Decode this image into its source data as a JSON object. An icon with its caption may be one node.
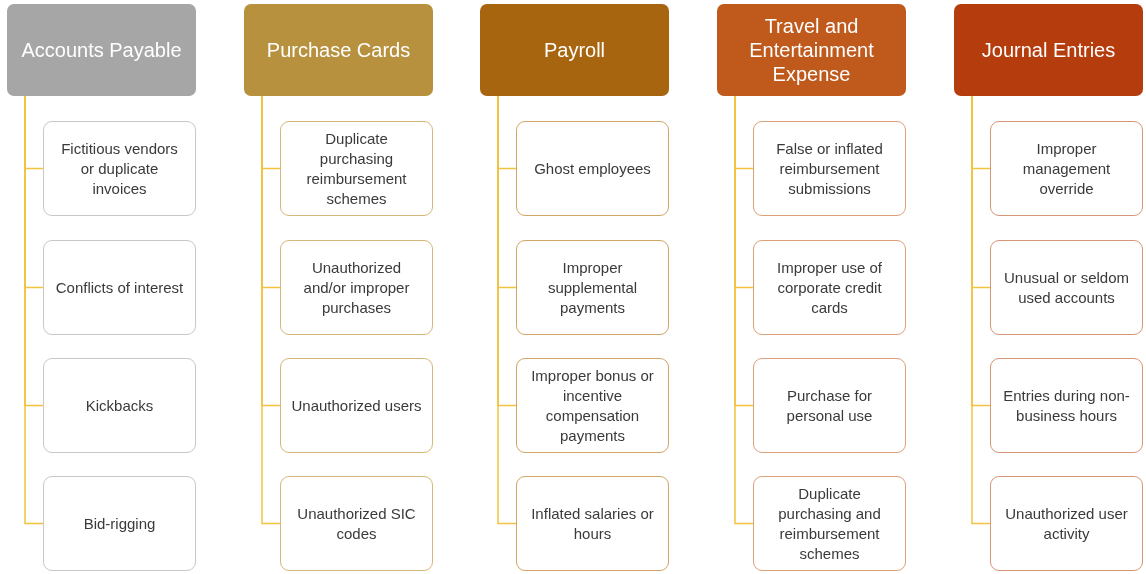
{
  "diagram": {
    "nodes": [
      {
        "text": [
          "Accounts Payable"
        ]
      },
      {
        "text": [
          "Fictitious vendors or duplicate invoices"
        ]
      },
      {
        "text": [
          "Conflicts of interest"
        ]
      },
      {
        "text": [
          "Kickbacks"
        ]
      },
      {
        "text": [
          "Bid-rigging"
        ]
      },
      {
        "text": [
          "Purchase Cards"
        ]
      },
      {
        "text": [
          "Duplicate purchasing reimbursement schemes"
        ]
      },
      {
        "text": [
          "Unauthorized and/or improper purchases"
        ]
      },
      {
        "text": [
          "Unauthorized users"
        ]
      },
      {
        "text": [
          "Unauthorized SIC codes"
        ]
      },
      {
        "text": [
          "Payroll"
        ]
      },
      {
        "text": [
          "Ghost employees"
        ]
      },
      {
        "text": [
          "Improper supplemental payments"
        ]
      },
      {
        "text": [
          "Improper bonus or incentive compensation payments"
        ]
      },
      {
        "text": [
          "Inflated salaries or hours"
        ]
      },
      {
        "text": [
          "Travel and Entertainment Expense"
        ]
      },
      {
        "text": [
          "False or inflated reimbursement submissions"
        ]
      },
      {
        "text": [
          "Improper use of corporate credit cards"
        ]
      },
      {
        "text": [
          "Purchase for personal use"
        ]
      },
      {
        "text": [
          "Duplicate purchasing and reimbursement schemes"
        ]
      },
      {
        "text": [
          "Journal Entries"
        ]
      },
      {
        "text": [
          "Improper management override"
        ]
      },
      {
        "text": [
          "Unusual or seldom used accounts"
        ]
      },
      {
        "text": [
          "Entries during non-business hours"
        ]
      },
      {
        "text": [
          "Unauthorized user activity"
        ]
      }
    ],
    "edges": [
      {
        "from": 0,
        "to": 1,
        "arrow": "none"
      },
      {
        "from": 0,
        "to": 2,
        "arrow": "none"
      },
      {
        "from": 0,
        "to": 3,
        "arrow": "none"
      },
      {
        "from": 0,
        "to": 4,
        "arrow": "none"
      },
      {
        "from": 5,
        "to": 6,
        "arrow": "none"
      },
      {
        "from": 5,
        "to": 7,
        "arrow": "none"
      },
      {
        "from": 5,
        "to": 8,
        "arrow": "none"
      },
      {
        "from": 5,
        "to": 9,
        "arrow": "none"
      },
      {
        "from": 10,
        "to": 11,
        "arrow": "none"
      },
      {
        "from": 10,
        "to": 12,
        "arrow": "none"
      },
      {
        "from": 10,
        "to": 13,
        "arrow": "none"
      },
      {
        "from": 10,
        "to": 14,
        "arrow": "none"
      },
      {
        "from": 15,
        "to": 16,
        "arrow": "none"
      },
      {
        "from": 15,
        "to": 17,
        "arrow": "none"
      },
      {
        "from": 15,
        "to": 18,
        "arrow": "none"
      },
      {
        "from": 15,
        "to": 19,
        "arrow": "none"
      },
      {
        "from": 20,
        "to": 21,
        "arrow": "none"
      },
      {
        "from": 20,
        "to": 22,
        "arrow": "none"
      },
      {
        "from": 20,
        "to": 23,
        "arrow": "none"
      },
      {
        "from": 20,
        "to": 24,
        "arrow": "none"
      }
    ]
  }
}
